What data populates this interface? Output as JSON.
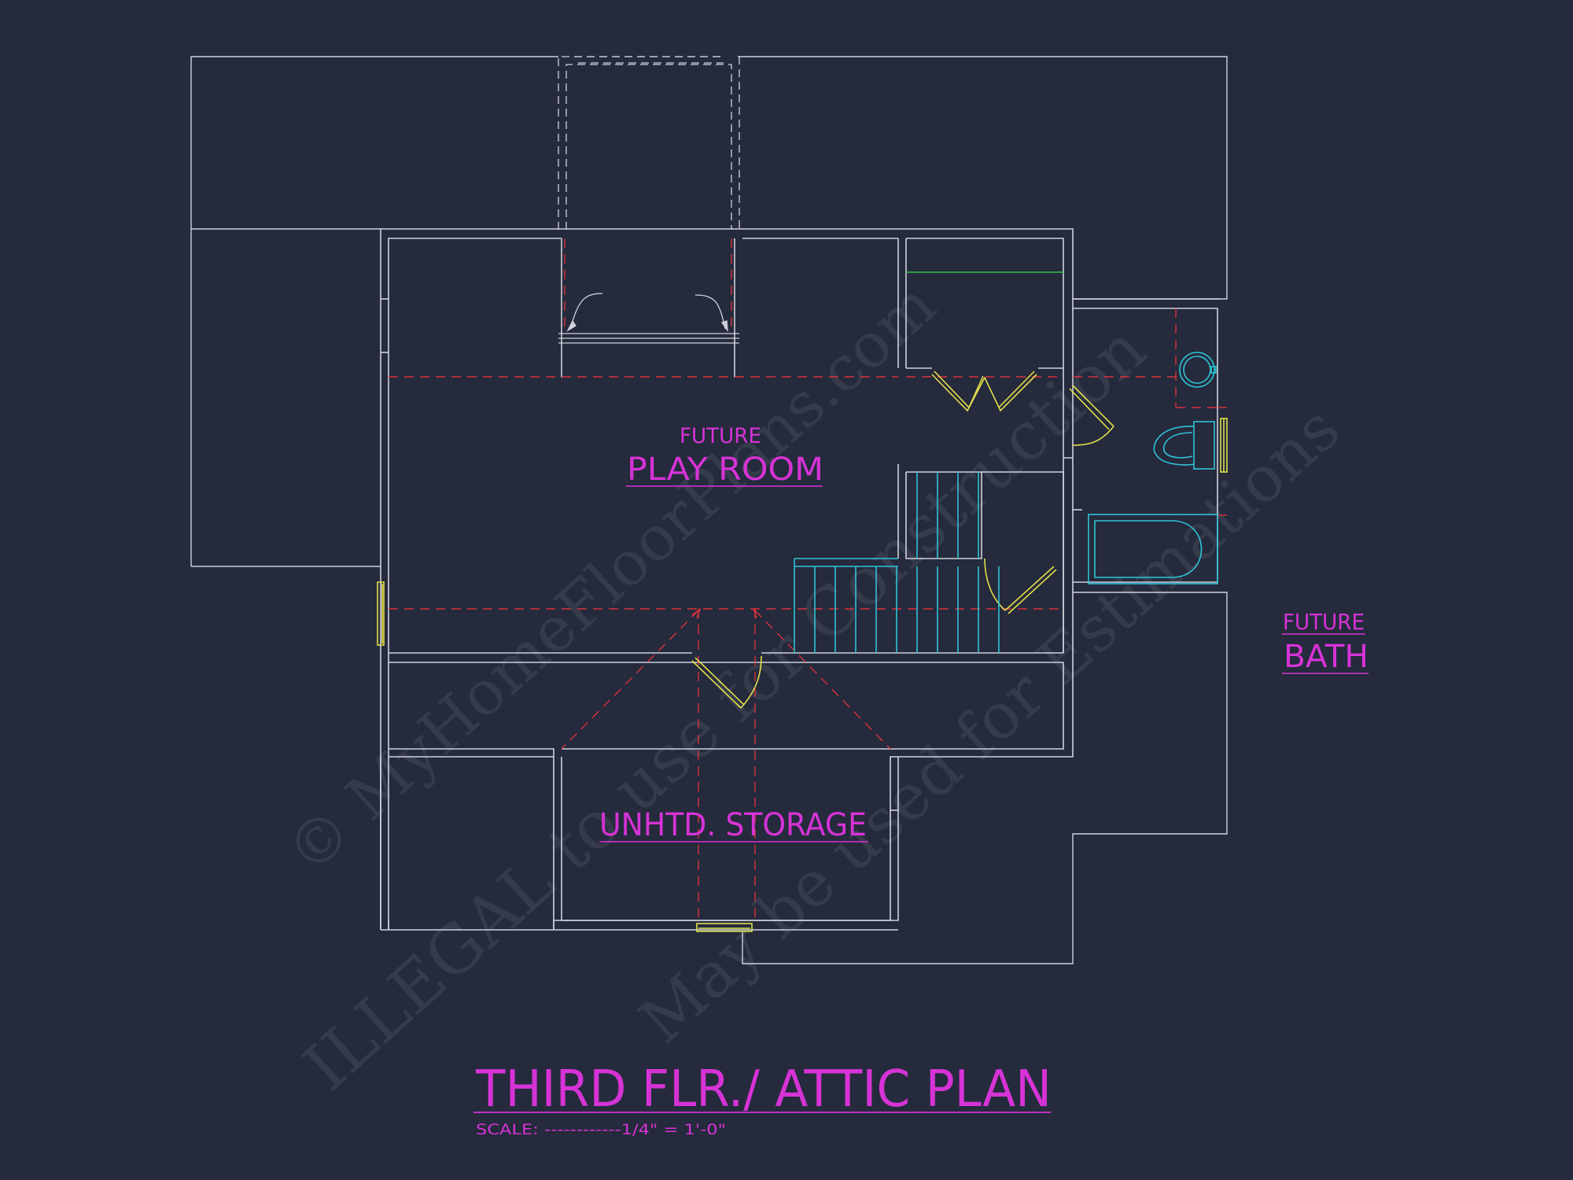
{
  "labels": {
    "play_room_prefix": "FUTURE",
    "play_room": "PLAY ROOM",
    "bath_prefix": "FUTURE",
    "bath": "BATH",
    "storage": "UNHTD. STORAGE"
  },
  "title_block": {
    "title": "THIRD FLR./ ATTIC PLAN",
    "scale": "SCALE: ------------1/4\" = 1'-0\""
  },
  "watermark": {
    "line1": "© MyHomeFloorPlans.com",
    "line2": "ILLEGAL to use for Construction",
    "line3": "May be used for Estimations"
  },
  "colors": {
    "background": "#252a3c",
    "walls": "#cfd2dc",
    "labels": "#d633d6",
    "doors": "#e3e04a",
    "fixtures": "#2ec4d6",
    "hidden_lines": "#d8323c",
    "shelf": "#2fc24a"
  }
}
